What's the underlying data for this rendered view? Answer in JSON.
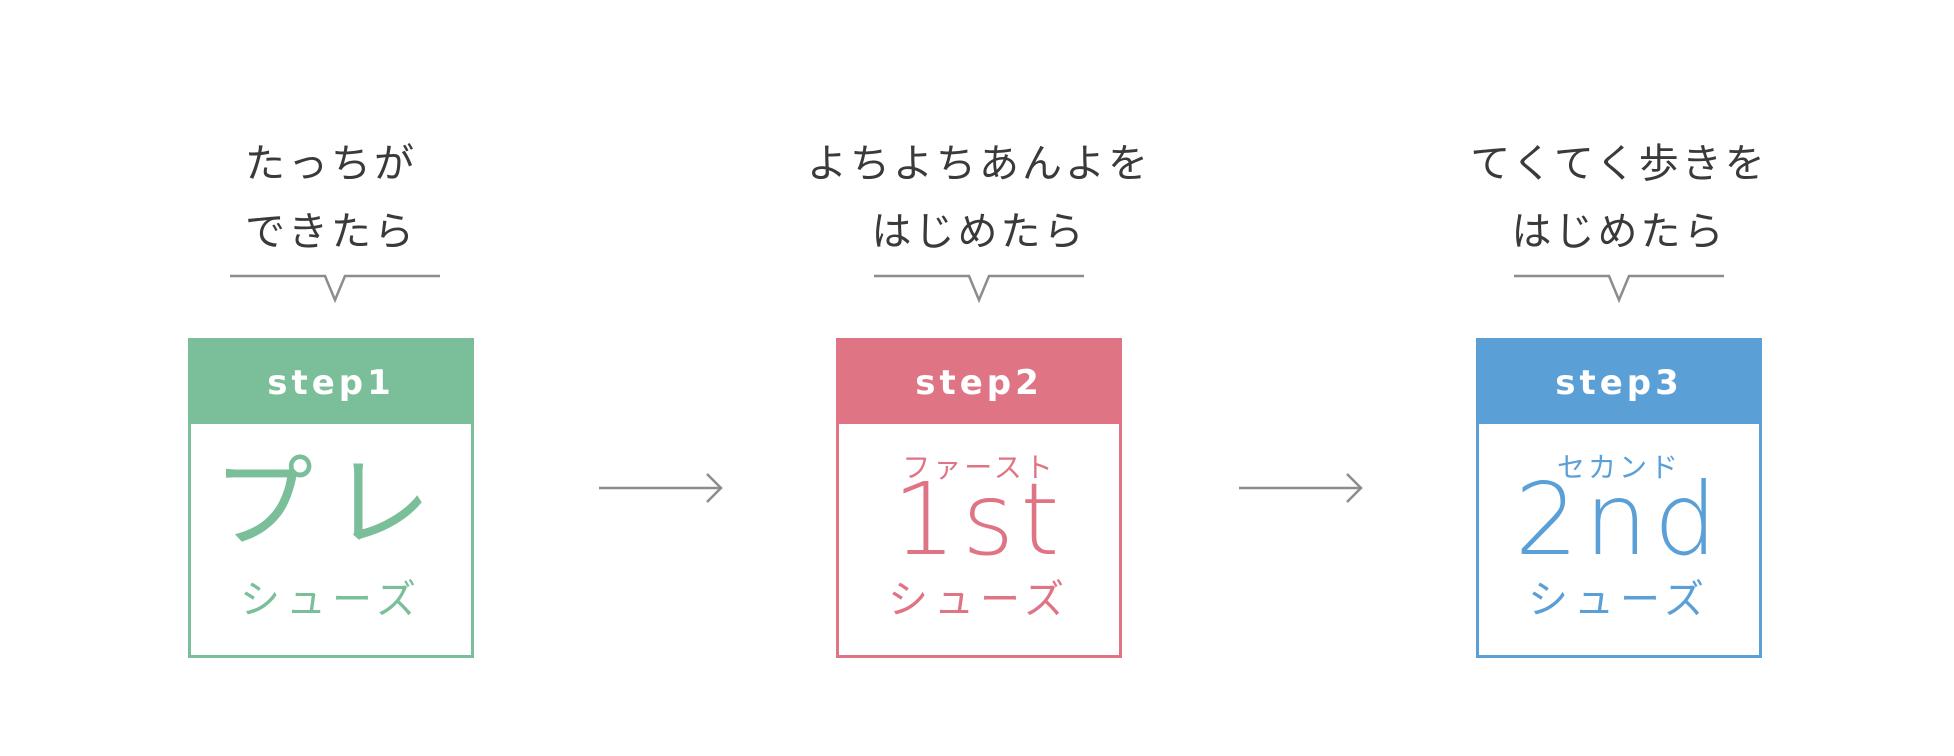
{
  "colors": {
    "step1": "#7bbf9a",
    "step2": "#df7584",
    "step3": "#5b9fd7",
    "line": "#8c8c8c"
  },
  "steps": [
    {
      "caption_line1": "たっちが",
      "caption_line2": "できたら",
      "label": "step1",
      "sub": "",
      "main": "プレ",
      "shoes": "シューズ"
    },
    {
      "caption_line1": "よちよちあんよを",
      "caption_line2": "はじめたら",
      "label": "step2",
      "sub": "ファースト",
      "main": "1st",
      "shoes": "シューズ"
    },
    {
      "caption_line1": "てくてく歩きを",
      "caption_line2": "はじめたら",
      "label": "step3",
      "sub": "セカンド",
      "main": "2nd",
      "shoes": "シューズ"
    }
  ]
}
